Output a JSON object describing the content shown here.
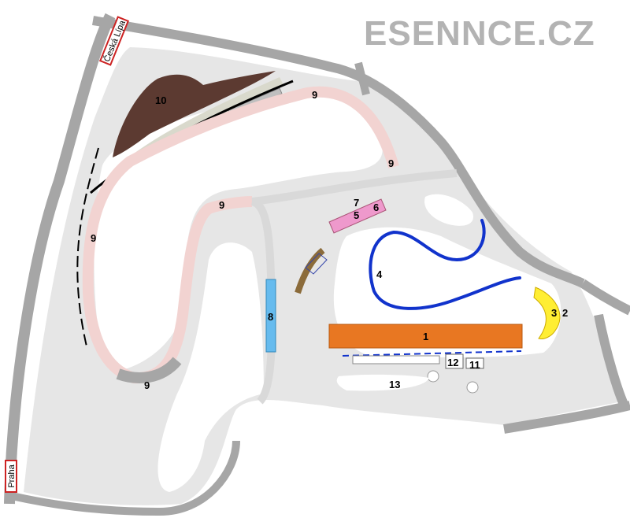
{
  "brand": "ESENNCE.CZ",
  "signs": {
    "top": "Česká Lípa",
    "bottom": "Praha"
  },
  "labels": {
    "main_building": "1",
    "yellow_curve": "2",
    "yellow_curve_inner": "3",
    "blue_track": "4",
    "pink_area_5": "5",
    "pink_area_6": "6",
    "pink_area_7": "7",
    "blue_strip": "8",
    "track": "9",
    "dark_area": "10",
    "building_11": "11",
    "building_12": "12",
    "parking_13": "13"
  },
  "colors": {
    "road": "#a6a6a6",
    "ground": "#e6e6e6",
    "pink_track": "#f2d3d1",
    "gray_track": "#a6a6a6",
    "dark_area": "#5c3a31",
    "orange": "#e87722",
    "blue": "#1133cc",
    "light_blue": "#66bbee",
    "yellow": "#ffee33",
    "magenta": "#ee99cc",
    "sign_red": "#cc2222"
  }
}
